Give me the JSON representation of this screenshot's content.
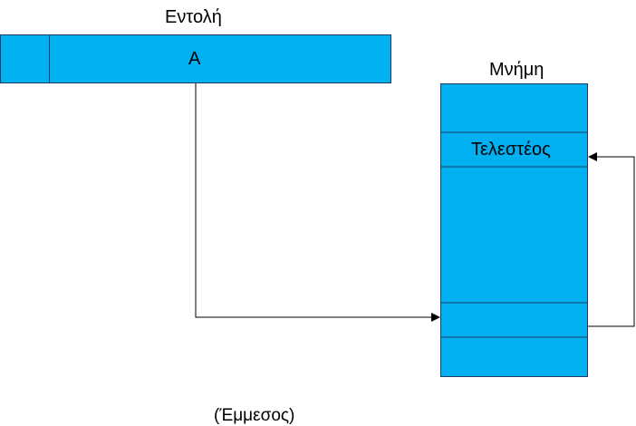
{
  "instruction": {
    "title": "Εντολή",
    "address_field": "A"
  },
  "memory": {
    "title": "Μνήμη",
    "operand": "Τελεστέος"
  },
  "caption": "(Έμμεσος)",
  "colors": {
    "fill": "#00b0f0",
    "stroke": "#1f3a60",
    "arrow": "#000000"
  }
}
